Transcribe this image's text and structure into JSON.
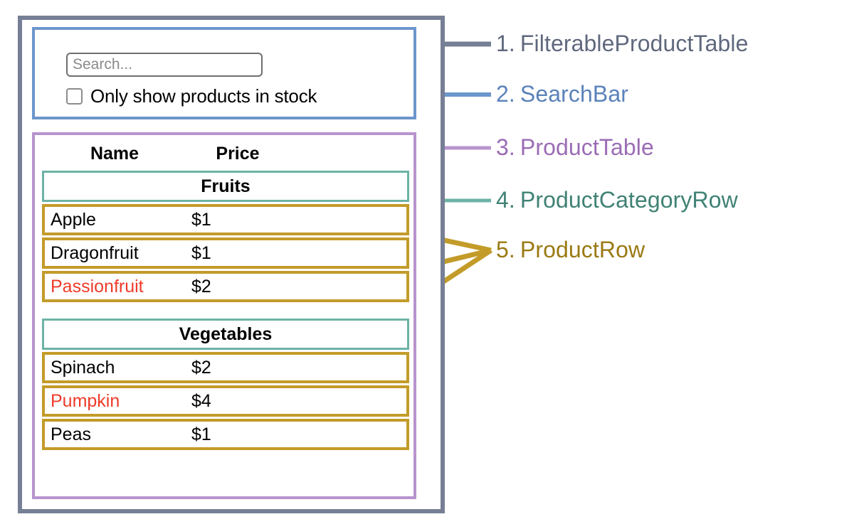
{
  "diagram": {
    "title": "React component hierarchy annotation",
    "colors": {
      "filterable_product_table": "#767f95",
      "search_bar": "#6c96cc",
      "product_table": "#b794ce",
      "product_category_row": "#6cb3a5",
      "product_row": "#c39b29",
      "out_of_stock_text": "#ef3b29",
      "text": "#000000",
      "placeholder": "#8a8a8a"
    }
  },
  "search_bar": {
    "input_value": "",
    "input_placeholder": "Search...",
    "checkbox_label": "Only show products in stock",
    "checkbox_checked": false
  },
  "product_table": {
    "columns": [
      "Name",
      "Price"
    ],
    "groups": [
      {
        "category": "Fruits",
        "rows": [
          {
            "name": "Apple",
            "price": "$1",
            "stocked": true
          },
          {
            "name": "Dragonfruit",
            "price": "$1",
            "stocked": true
          },
          {
            "name": "Passionfruit",
            "price": "$2",
            "stocked": false
          }
        ]
      },
      {
        "category": "Vegetables",
        "rows": [
          {
            "name": "Spinach",
            "price": "$2",
            "stocked": true
          },
          {
            "name": "Pumpkin",
            "price": "$4",
            "stocked": false
          },
          {
            "name": "Peas",
            "price": "$1",
            "stocked": true
          }
        ]
      }
    ]
  },
  "annotations": [
    {
      "number": "1.",
      "label": "FilterableProductTable",
      "color": "#5f687d"
    },
    {
      "number": "2.",
      "label": "SearchBar",
      "color": "#5b82ba"
    },
    {
      "number": "3.",
      "label": "ProductTable",
      "color": "#9b6cb5"
    },
    {
      "number": "4.",
      "label": "ProductCategoryRow",
      "color": "#3f8274"
    },
    {
      "number": "5.",
      "label": "ProductRow",
      "color": "#9a7a14"
    }
  ]
}
